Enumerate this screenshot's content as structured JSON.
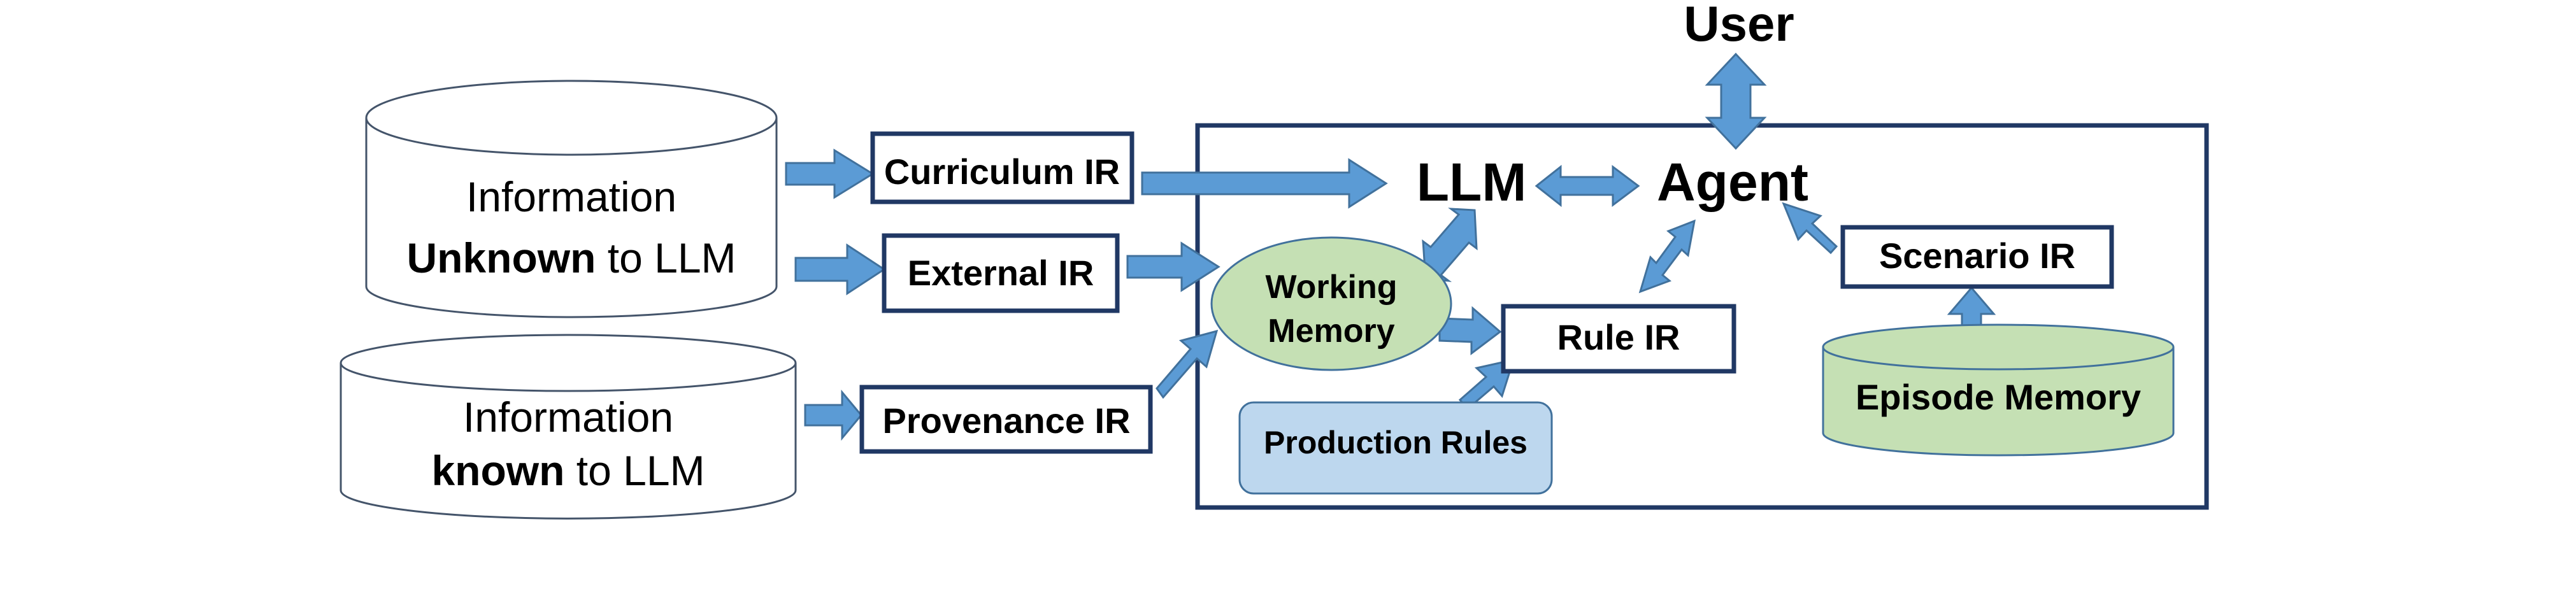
{
  "user": {
    "label": "User"
  },
  "llm": {
    "label": "LLM"
  },
  "agent": {
    "label": "Agent"
  },
  "db_unknown": {
    "line1": "Information",
    "line2_bold": "Unknown",
    "line2_rest": " to LLM"
  },
  "db_known": {
    "line1": "Information",
    "line2_bold": "known",
    "line2_rest": " to LLM"
  },
  "curriculum_ir": {
    "label": "Curriculum IR"
  },
  "external_ir": {
    "label": "External IR"
  },
  "provenance_ir": {
    "label": "Provenance IR"
  },
  "working_memory": {
    "line1": "Working",
    "line2": "Memory"
  },
  "rule_ir": {
    "label": "Rule IR"
  },
  "production_rules": {
    "label": "Production Rules"
  },
  "scenario_ir": {
    "label": "Scenario IR"
  },
  "episode_memory": {
    "label": "Episode Memory"
  },
  "colors": {
    "arrow_fill": "#5b9bd5",
    "arrow_stroke": "#41719c",
    "box_border": "#203864",
    "working_memory_fill": "#c5e0b4",
    "production_rules_fill": "#bdd7ee",
    "episode_memory_fill": "#c5e0b4",
    "cylinder_outline": "#44546a"
  }
}
